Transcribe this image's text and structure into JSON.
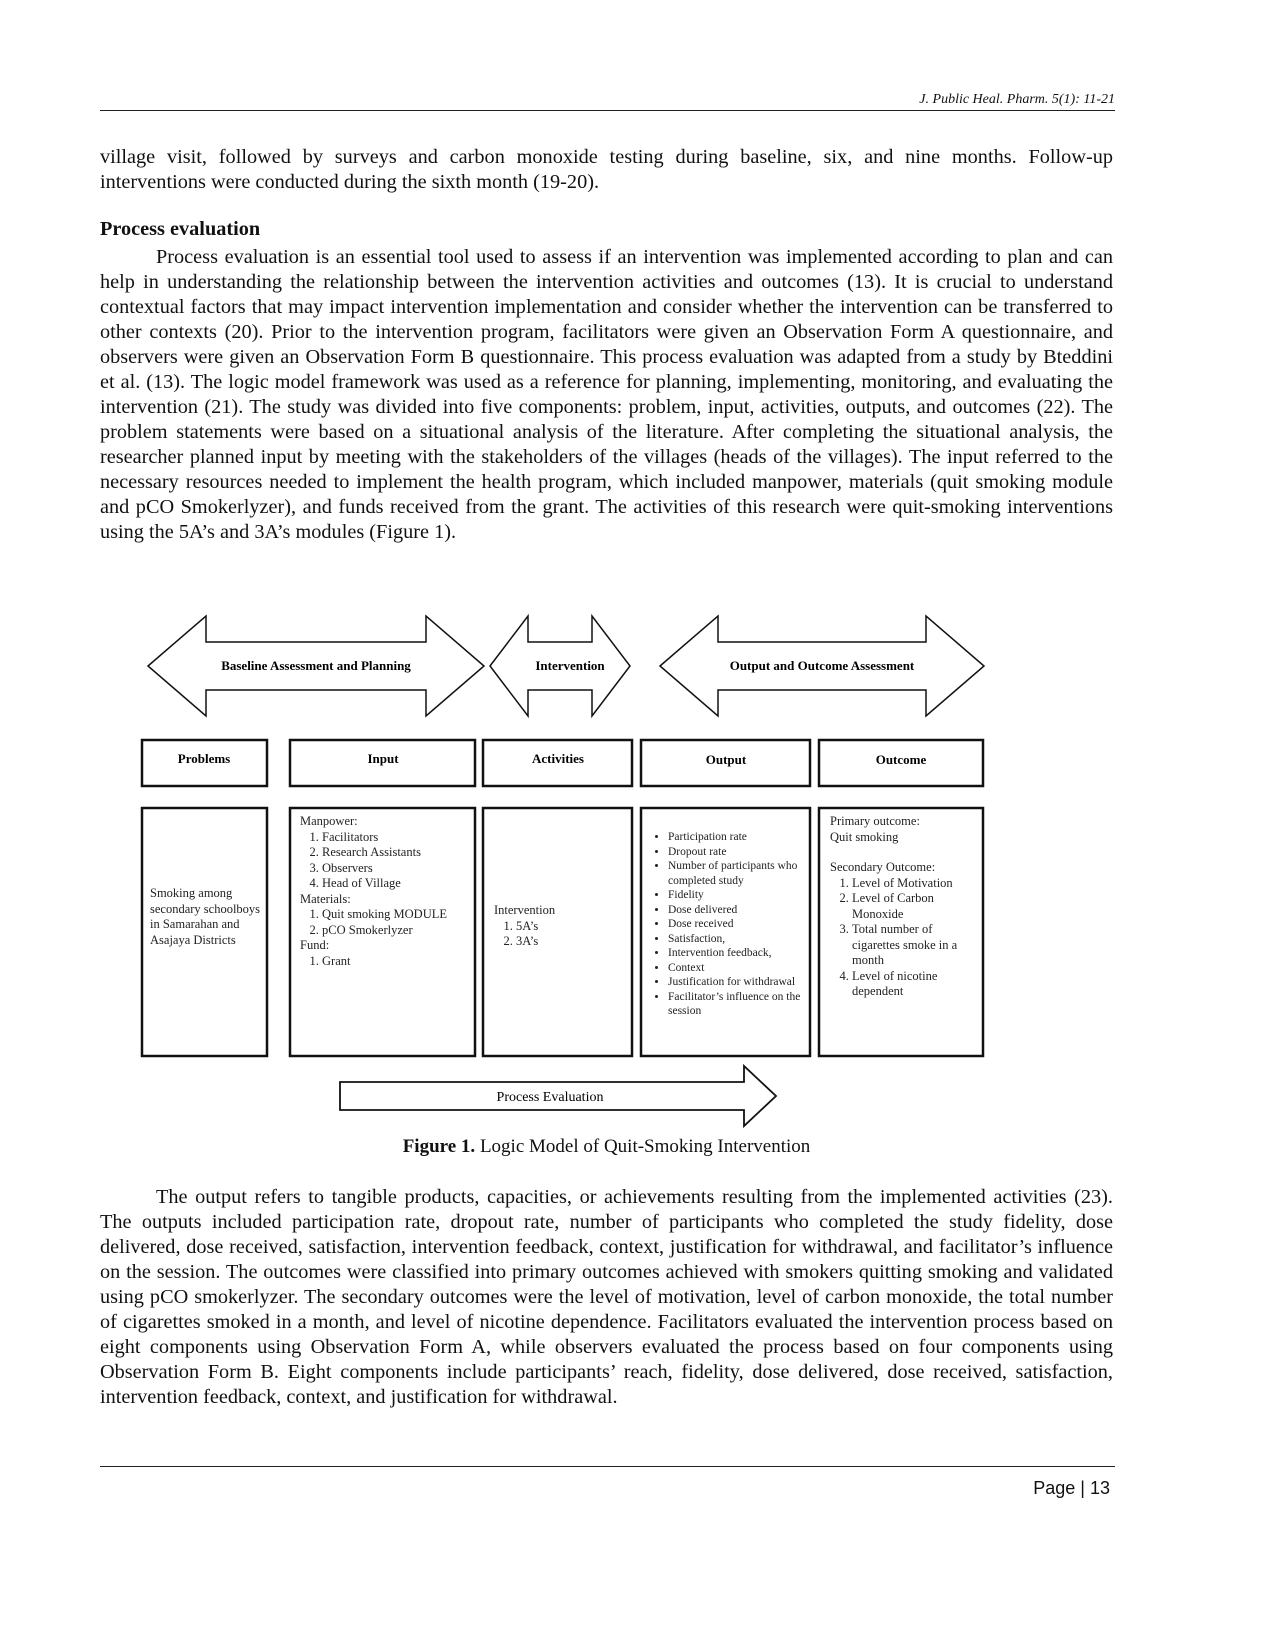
{
  "header": {
    "running_head": "J. Public Heal. Pharm. 5(1): 11-21"
  },
  "body": {
    "para_intro": "village visit, followed by surveys and carbon monoxide testing during baseline, six, and nine months. Follow-up interventions were conducted during the sixth month (19-20).",
    "section_heading": "Process evaluation",
    "para_process": "Process evaluation is an essential tool used to assess if an intervention was implemented according to plan and can help in understanding the relationship between the intervention activities and outcomes (13). It is crucial to understand contextual factors that may impact intervention implementation and consider whether the intervention can be transferred to other contexts (20). Prior to the intervention program, facilitators were given an Observation Form A questionnaire, and observers were given an Observation Form B questionnaire. This process evaluation was adapted from a study by Bteddini et al. (13). The logic model framework was used as a reference for planning, implementing, monitoring, and evaluating the intervention (21). The study was divided into five components: problem, input, activities, outputs, and outcomes (22). The problem statements were based on a situational analysis of the literature. After completing the situational analysis, the researcher planned input by meeting with the stakeholders of the villages (heads of the villages). The input referred to the necessary resources needed to implement the health program, which included manpower, materials (quit smoking module and pCO Smokerlyzer), and funds received from the grant. The activities of this research were quit-smoking interventions using the 5A’s and 3A’s modules (Figure 1).",
    "para_output": "The output refers to tangible products, capacities, or achievements resulting from the implemented activities (23). The outputs included participation rate, dropout rate, number of participants who completed the study fidelity, dose delivered, dose received, satisfaction, intervention feedback, context, justification for withdrawal, and facilitator’s influence on the session. The outcomes were classified into primary outcomes achieved with smokers quitting smoking and validated using pCO smokerlyzer. The secondary outcomes were the level of motivation, level of carbon monoxide, the total number of cigarettes smoked in a month, and level of nicotine dependence. Facilitators evaluated the intervention process based on eight components using Observation Form A, while observers evaluated the process based on four components using Observation Form B. Eight components include participants’ reach, fidelity, dose delivered, dose received, satisfaction, intervention feedback, context, and justification for withdrawal."
  },
  "figure": {
    "arrow_baseline": "Baseline Assessment and Planning",
    "arrow_intervention": "Intervention",
    "arrow_outcome": "Output and Outcome Assessment",
    "headers": [
      "Problems",
      "Input",
      "Activities",
      "Output",
      "Outcome"
    ],
    "problems_text": "Smoking among secondary schoolboys in Samarahan and Asajaya Districts",
    "input": {
      "manpower_label": "Manpower:",
      "manpower": [
        "Facilitators",
        "Research Assistants",
        "Observers",
        "Head of Village"
      ],
      "materials_label": "Materials:",
      "materials": [
        "Quit smoking MODULE",
        "pCO Smokerlyzer"
      ],
      "fund_label": "Fund:",
      "fund": [
        "Grant"
      ]
    },
    "activities": {
      "label": "Intervention",
      "items": [
        "5A’s",
        "3A’s"
      ]
    },
    "output_items": [
      "Participation rate",
      "Dropout rate",
      "Number of participants who completed study",
      "Fidelity",
      "Dose delivered",
      "Dose received",
      "Satisfaction,",
      "Intervention feedback,",
      "Context",
      "Justification for withdrawal",
      "Facilitator’s influence on the session"
    ],
    "outcome": {
      "primary_label": "Primary outcome:",
      "primary": "Quit smoking",
      "secondary_label": "Secondary Outcome:",
      "secondary": [
        "Level of Motivation",
        "Level of Carbon Monoxide",
        "Total number of cigarettes smoke in a month",
        "Level of nicotine dependent"
      ]
    },
    "process_arrow": "Process Evaluation",
    "caption_label": "Figure 1.",
    "caption_text": " Logic Model of Quit-Smoking Intervention"
  },
  "footer": {
    "page": "Page | 13"
  }
}
